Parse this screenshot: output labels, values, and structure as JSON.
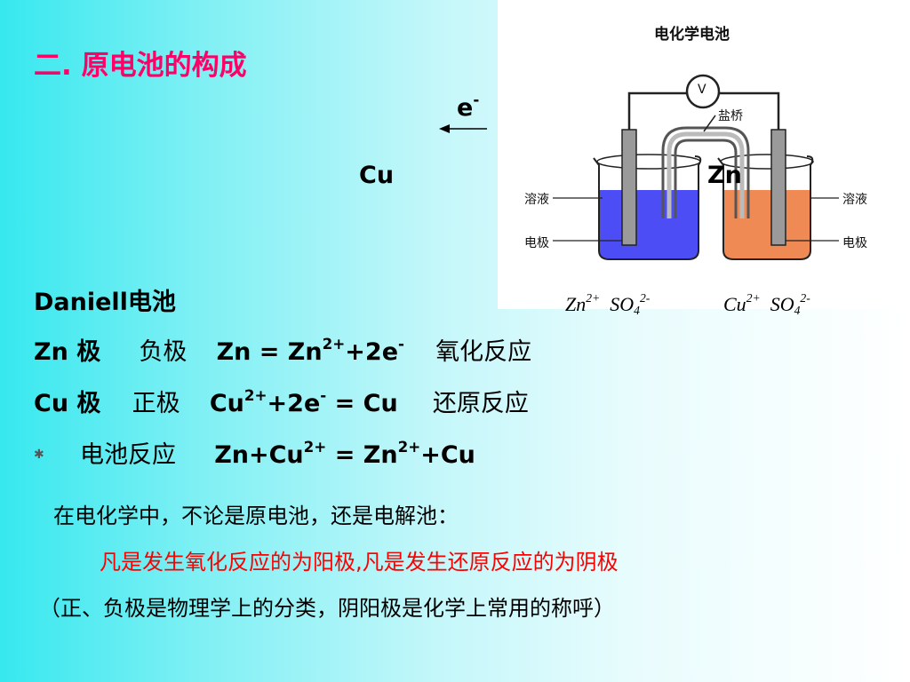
{
  "slide": {
    "title": "二. 原电池的构成",
    "electron_label": "e",
    "electron_sup": "-",
    "cu_label": "Cu",
    "zn_label": "Zn",
    "daniell": "Daniell电池",
    "zn_line": {
      "electrode": "Zn 极",
      "pole": "负极",
      "eq_a": "Zn = Zn",
      "eq_a_sup": "2+",
      "eq_b": "+2e",
      "eq_b_sup": "-",
      "reaction": "氧化反应"
    },
    "cu_line": {
      "electrode": "Cu 极",
      "pole": "正极",
      "eq_a": "Cu",
      "eq_a_sup": "2+",
      "eq_b": "+2e",
      "eq_b_sup": "-",
      "eq_c": " = Cu",
      "reaction": "还原反应"
    },
    "cell_line": {
      "bullet": "✱",
      "label": "电池反应",
      "eq_a": "Zn+Cu",
      "eq_a_sup": "2+",
      "eq_b": " = Zn",
      "eq_b_sup": "2+",
      "eq_c": "+Cu"
    },
    "note1": "在电化学中，不论是原电池，还是电解池：",
    "note2": "凡是发生氧化反应的为阳极,凡是发生还原反应的为阴极",
    "note3": "（正、负极是物理学上的分类，阴阳极是化学上常用的称呼）",
    "ions_left": {
      "a": "Zn",
      "a_sup": "2+",
      "b": "SO",
      "b_sub": "4",
      "b_sup": "2-"
    },
    "ions_right": {
      "a": "Cu",
      "a_sup": "2+",
      "b": "SO",
      "b_sub": "4",
      "b_sup": "2-"
    }
  },
  "diagram": {
    "title": "电化学电池",
    "voltmeter": "V",
    "salt_bridge": "盐桥",
    "solution_left": "溶液",
    "electrode_left": "电极",
    "solution_right": "溶液",
    "electrode_right": "电极",
    "colors": {
      "left_solution": "#4d4df5",
      "right_solution": "#f08a55",
      "electrode": "#9a9a9a"
    }
  }
}
